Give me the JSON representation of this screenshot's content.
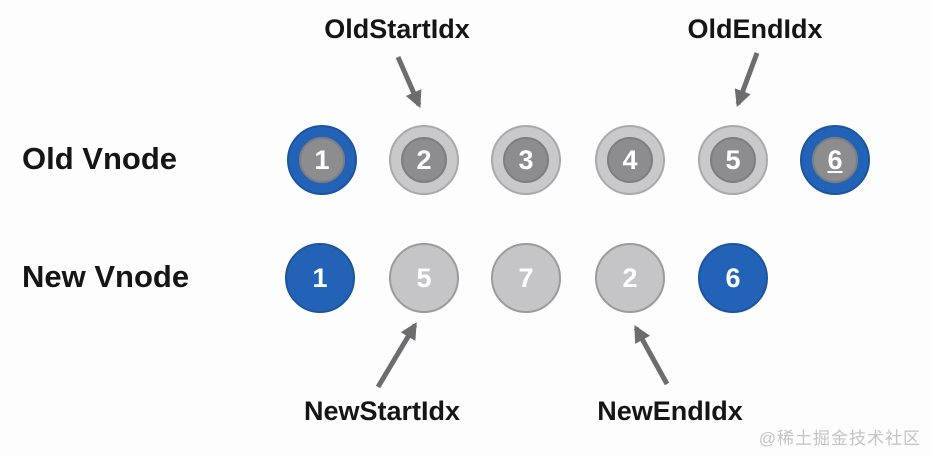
{
  "labels": {
    "old_start": "OldStartIdx",
    "old_end": "OldEndIdx",
    "new_start": "NewStartIdx",
    "new_end": "NewEndIdx"
  },
  "rows": {
    "old": "Old Vnode",
    "new": "New Vnode"
  },
  "old_nodes": [
    {
      "value": "1",
      "style": "blue-ring",
      "underline": false
    },
    {
      "value": "2",
      "style": "gray-ring",
      "underline": false
    },
    {
      "value": "3",
      "style": "gray-ring",
      "underline": false
    },
    {
      "value": "4",
      "style": "gray-ring",
      "underline": false
    },
    {
      "value": "5",
      "style": "gray-ring",
      "underline": false
    },
    {
      "value": "6",
      "style": "blue-ring",
      "underline": true
    }
  ],
  "new_nodes": [
    {
      "value": "1",
      "style": "blue"
    },
    {
      "value": "5",
      "style": "gray"
    },
    {
      "value": "7",
      "style": "gray"
    },
    {
      "value": "2",
      "style": "gray"
    },
    {
      "value": "6",
      "style": "blue"
    }
  ],
  "arrows": [
    {
      "name": "old-start-arrow",
      "from": "OldStartIdx label",
      "to": "old node 2"
    },
    {
      "name": "old-end-arrow",
      "from": "OldEndIdx label",
      "to": "old node 5"
    },
    {
      "name": "new-start-arrow",
      "from": "NewStartIdx label",
      "to": "new node 5"
    },
    {
      "name": "new-end-arrow",
      "from": "NewEndIdx label",
      "to": "new node 2"
    }
  ],
  "watermark": "@稀土掘金技术社区",
  "colors": {
    "blue": "#2263b8",
    "blue_border": "#1d54a0",
    "gray_ring": "#c9c9cb",
    "gray_inner": "#8d8d8f",
    "gray_node": "#c5c5c7",
    "arrow": "#6d6d6f",
    "label_text": "#151515",
    "number_text": "#ffffff",
    "watermark_text": "#c3c3c3"
  }
}
